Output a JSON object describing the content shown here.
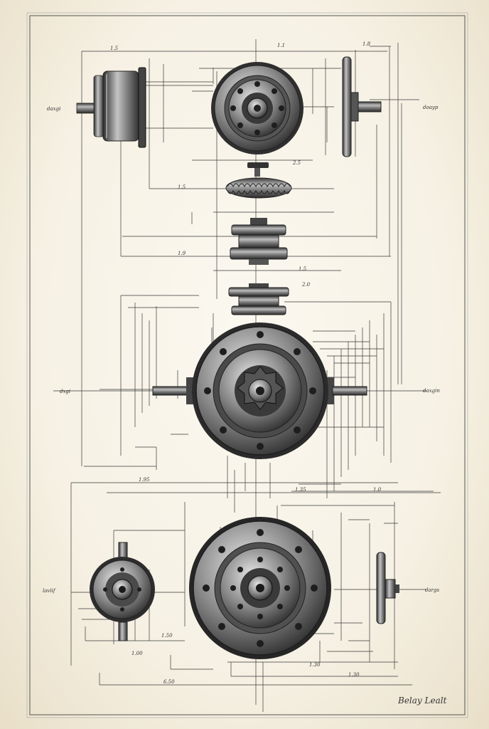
{
  "sheet": {
    "part_labels": {
      "top_left_shaft": "daxgi",
      "top_right_shaft": "doayp",
      "mid_left_shaft": "dxgi",
      "mid_right_shaft": "daxgin",
      "bottom_left_shaft": "lavlif",
      "bottom_right_shaft": "dargs"
    },
    "dimension_labels": [
      "1.5",
      "1.1",
      "1.8",
      "1.5",
      "2.5",
      "1.9",
      "1.5",
      "1.50",
      "1.00",
      "6.50",
      "1.30",
      "1.30",
      "1.0",
      "1.35",
      "1.95",
      "2.0"
    ],
    "signature": "Belay Lealt"
  },
  "colors": {
    "ink": "#2e2e2e",
    "metal_dark": "#3b3b3b",
    "metal_mid": "#7a7a7a",
    "metal_light": "#cfcfcf",
    "paper": "#f7f3e8"
  }
}
